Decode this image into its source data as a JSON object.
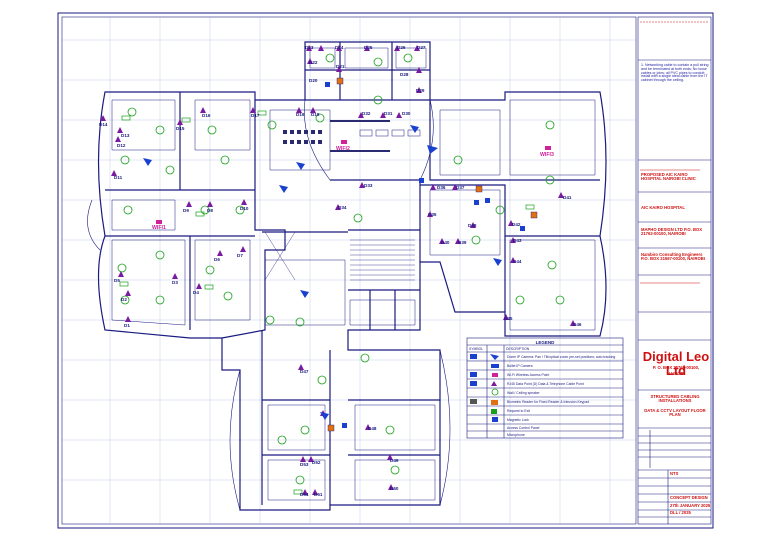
{
  "title_block": {
    "notes": "1. Networking cable to contain a pull string and be terminated at both ends; No loose cables or joins; all PVC pipes to conduit; install with a single ideal cable from the IT cabinet through the ceiling.",
    "project": "PROPOSED AIC KAIRO HOSPITAL NAIROBI CLINIC",
    "client": "AIC KAIRO HOSPITAL",
    "architect": "MAPHO DESIGN LTD P.O. BOX 21762-00100, NAIROBI",
    "engineer": "Nambiro Consulting Engineers P.O. BOX 21567-00100, NAIROBI",
    "firm_name": "Digital Leo Ltd",
    "firm_address": "P. O. BOX 20760-00100,",
    "firm_city": "NAIROBI",
    "drawing_title_1": "STRUCTURED CABLING INSTALLATIONS",
    "drawing_title_2": "DATA & CCTV LAYOUT FLOOR PLAN",
    "status": "CONCEPT DESIGN",
    "date": "27th JANUARY 2025",
    "drawing_no": "DLL / 2025",
    "scale": "NTS"
  },
  "legend": {
    "title": "LEGEND",
    "col_symbol": "SYMBOL",
    "col_description": "DESCRIPTION",
    "items": [
      "Dome IP Camera: Pan / Tilt/optical zoom pre-set positions; auto tracking",
      "Bullet IP Camera",
      "Wi-Fi Wireless Access Point",
      "RJ45 Data Point (D) Data & Telephone Cable Point",
      "Wall / Ceiling speaker",
      "Biometric Reader for Fixed Reader & Intrusion Keypad",
      "Request to Exit",
      "Magnetic Lock",
      "Access Control Panel",
      "Microphone"
    ]
  },
  "data_points": [
    "D1",
    "D2",
    "D3",
    "D4",
    "D5",
    "D6",
    "D7",
    "D8",
    "D9",
    "D10",
    "D11",
    "D12",
    "D13",
    "D14",
    "D15",
    "D16",
    "D17",
    "D18",
    "D19",
    "D20",
    "D21",
    "D22",
    "D23",
    "D24",
    "D25",
    "D26",
    "D27",
    "D28",
    "D29",
    "D30",
    "D31",
    "D32",
    "D33",
    "D34",
    "D35",
    "D36",
    "D37",
    "D38",
    "D39",
    "D40",
    "D41",
    "D42",
    "D43",
    "D44",
    "D45",
    "D46",
    "D47",
    "D48",
    "D49",
    "D50",
    "D51",
    "D52",
    "D53",
    "D54"
  ],
  "wifi_points": [
    "WIFI1",
    "WIFI2",
    "WIFI3"
  ],
  "colors": {
    "linework": "#1a1a80",
    "data_point": "#7a1aa0",
    "wifi": "#d0209a",
    "camera": "#1a40d0",
    "title_red": "#d01010",
    "speaker": "#18a018"
  }
}
